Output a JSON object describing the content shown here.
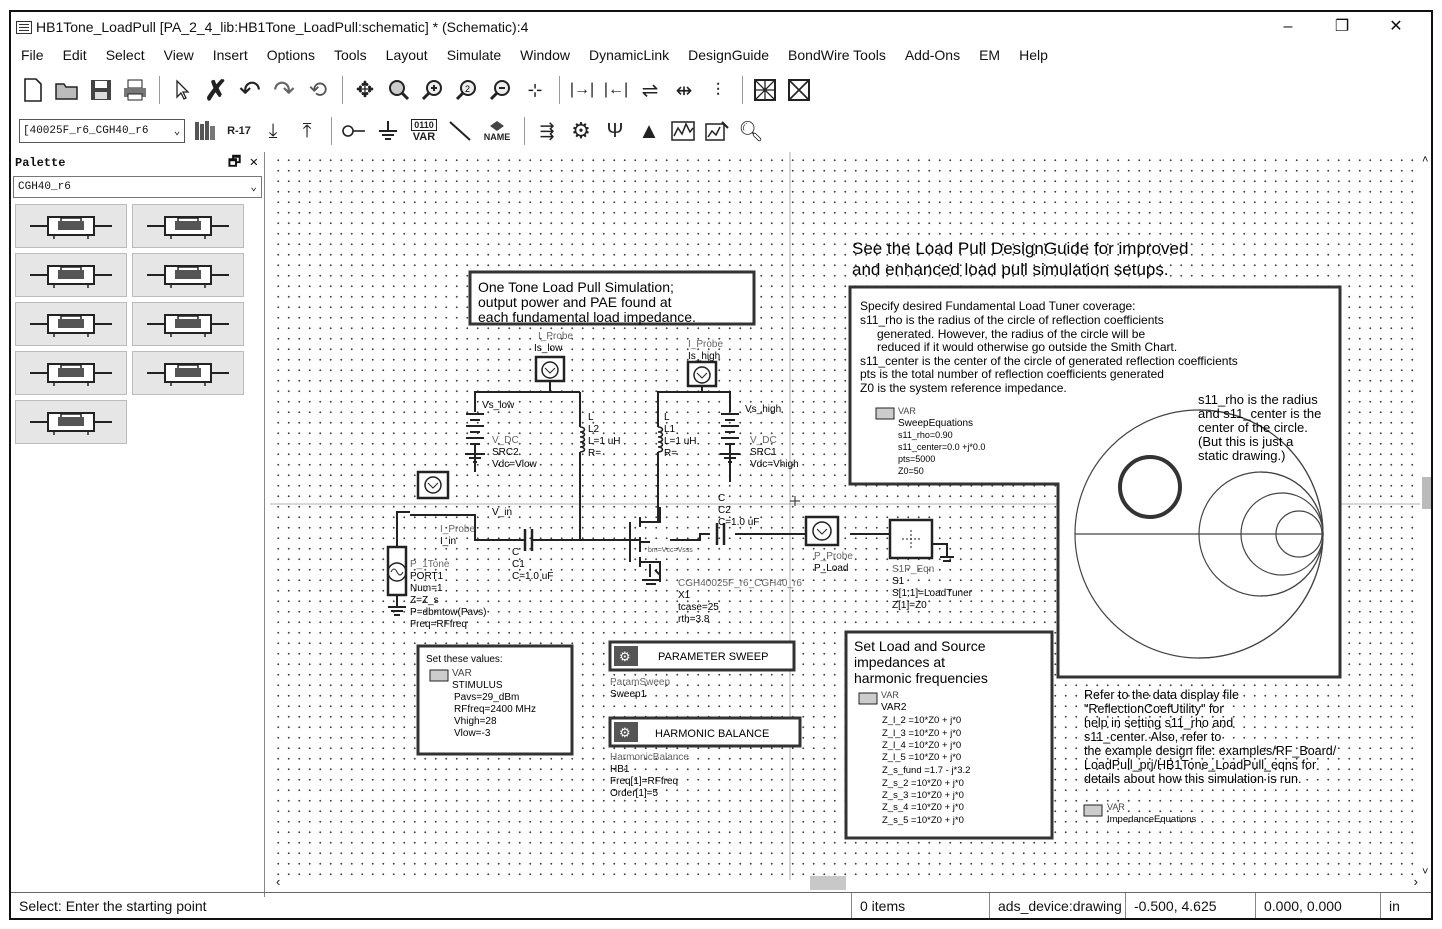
{
  "window": {
    "title": "HB1Tone_LoadPull [PA_2_4_lib:HB1Tone_LoadPull:schematic] * (Schematic):4",
    "controls": [
      "–",
      "❐",
      "✕"
    ]
  },
  "menu": [
    "File",
    "Edit",
    "Select",
    "View",
    "Insert",
    "Options",
    "Tools",
    "Layout",
    "Simulate",
    "Window",
    "DynamicLink",
    "DesignGuide",
    "BondWire Tools",
    "Add-Ons",
    "EM",
    "Help"
  ],
  "toolbar2": {
    "component_combo": "[40025F_r6_CGH40_r6",
    "var_label": "VAR",
    "var_digits": "0110",
    "name_label": "NAME"
  },
  "palette": {
    "title": "Palette",
    "library": "CGH40_r6",
    "item_count": 9
  },
  "schematic": {
    "designguide_note": [
      "See the Load Pull DesignGuide for improved",
      "and enhanced load pull simulation setups."
    ],
    "box_sim": [
      "One Tone Load Pull Simulation;",
      "output power and PAE found at",
      "each fundamental load impedance."
    ],
    "box_coverage": [
      "Specify desired Fundamental Load Tuner coverage:",
      "s11_rho is the radius of the circle of reflection coefficients",
      "generated. However, the radius of the circle will be",
      "reduced if it would otherwise go outside the Smith Chart.",
      "s11_center is the center of the circle of generated reflection coefficients",
      "pts is the total number of reflection coefficients generated",
      "Z0 is the system reference impedance."
    ],
    "smith_note": [
      "s11_rho is the radius",
      "and s11_center is the",
      "center of the circle.",
      "(But this is just a",
      "static drawing.)"
    ],
    "sweep_var": {
      "tag": "VAR",
      "name": "SweepEquations",
      "lines": [
        "s11_rho=0.90",
        "s11_center=0.0 +j*0.0",
        "pts=5000",
        "Z0=50"
      ]
    },
    "probe_low": {
      "type": "I_Probe",
      "name": "Is_low"
    },
    "probe_high": {
      "type": "I_Probe",
      "name": "Is_high"
    },
    "probe_in": {
      "type": "I_Probe",
      "name": "I_in"
    },
    "vs_low": "Vs_low",
    "vs_high": "Vs_high",
    "v_in": "V_in",
    "src2": [
      "V_DC",
      "SRC2",
      "Vdc=Vlow"
    ],
    "src1": [
      "V_DC",
      "SRC1",
      "Vdc=Vhigh"
    ],
    "l2": [
      "L",
      "L2",
      "L=1 uH",
      "R="
    ],
    "l1": [
      "L",
      "L1",
      "L=1 uH",
      "R="
    ],
    "c1": [
      "C",
      "C1",
      "C=1.0 uF"
    ],
    "c2": [
      "C",
      "C2",
      "C=1.0 uF"
    ],
    "port": [
      "P_1Tone",
      "PORT1",
      "Num=1",
      "Z=Z_s",
      "P=dbmtow(Pavs)",
      "Freq=RFfreq"
    ],
    "transistor": [
      "CGH40025F_r6_CGH40_r6",
      "X1",
      "tcase=25",
      "rth=3.8"
    ],
    "transistor_pin": "bm=Vcc=Vsss",
    "p_probe": [
      "P_Probe",
      "P_Load"
    ],
    "s1p": [
      "S1P_Eqn",
      "S1",
      "S[1,1]=LoadTuner",
      "Z[1]=Z0"
    ],
    "stimulus": {
      "header": "Set these values:",
      "tag": "VAR",
      "name": "STIMULUS",
      "lines": [
        "Pavs=29_dBm",
        "RFfreq=2400 MHz",
        "Vhigh=28",
        "Vlow=-3"
      ]
    },
    "param_sweep": {
      "label": "PARAMETER SWEEP",
      "type": "ParamSweep",
      "name": "Sweep1"
    },
    "harmonic_balance": {
      "label": "HARMONIC BALANCE",
      "type": "HarmonicBalance",
      "name": "HB1",
      "lines": [
        "Freq[1]=RFfreq",
        "Order[1]=5"
      ]
    },
    "harmonic_box": {
      "title": [
        "Set Load and Source",
        "impedances at",
        "harmonic frequencies"
      ],
      "tag": "VAR",
      "name": "VAR2",
      "lines": [
        "Z_l_2 =10*Z0 + j*0",
        "Z_l_3 =10*Z0 + j*0",
        "Z_l_4 =10*Z0 + j*0",
        "Z_l_5 =10*Z0 + j*0",
        "Z_s_fund =1.7 - j*3.2",
        "Z_s_2 =10*Z0 + j*0",
        "Z_s_3 =10*Z0 + j*0",
        "Z_s_4 =10*Z0 + j*0",
        "Z_s_5 =10*Z0 + j*0"
      ]
    },
    "refer_note": [
      "Refer to the data display file",
      "\"ReflectionCoefUtility\" for",
      "help in setting s11_rho and",
      "s11_center. Also, refer to",
      "the example design file: examples/RF_Board/",
      "LoadPull_prj/HB1Tone_LoadPull_eqns for",
      "details about how this simulation is run."
    ],
    "impedance_var": {
      "tag": "VAR",
      "name": "ImpedanceEquations"
    }
  },
  "statusbar": {
    "message": "Select: Enter the starting point",
    "items": "0 items",
    "layer": "ads_device:drawing",
    "coord1": "-0.500, 4.625",
    "coord2": "0.000, 0.000",
    "unit": "in"
  }
}
